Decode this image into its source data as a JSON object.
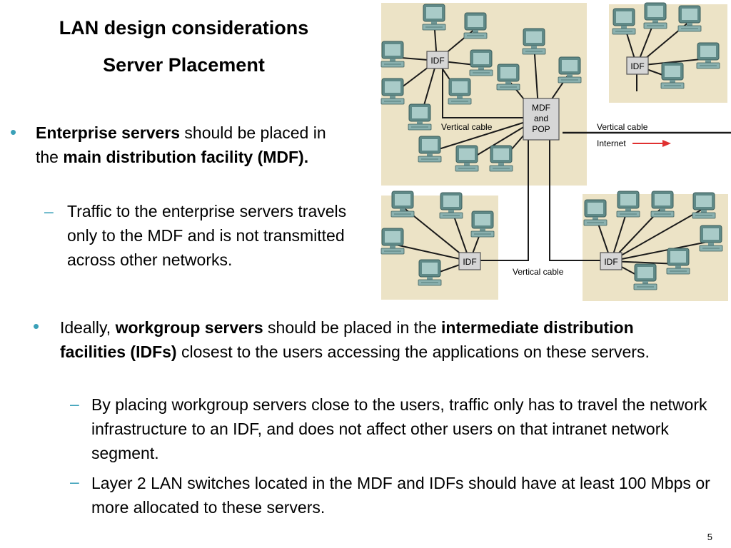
{
  "slide": {
    "title_line1": "LAN design considerations",
    "title_line2": "Server Placement",
    "page_number": "5"
  },
  "bullet1": {
    "bold_a": "Enterprise servers",
    "text_a": " should be placed in the ",
    "bold_b": "main distribution facility (MDF).",
    "sub1": "Traffic to the enterprise servers travels only to the MDF and is not transmitted across other networks."
  },
  "bullet2": {
    "text_a": "Ideally, ",
    "bold_a": "workgroup servers",
    "text_b": " should be placed in the ",
    "bold_b": "intermediate distribution facilities (IDFs)",
    "text_c": " closest to the users accessing the applications on these servers.",
    "sub1": "By placing workgroup servers close to the users, traffic only has to travel the network infrastructure to an IDF, and does not affect other users on that intranet network segment.",
    "sub2": "Layer 2 LAN switches located in the MDF and IDFs should have at least 100 Mbps or more allocated to these servers."
  },
  "diagram": {
    "idf_label": "IDF",
    "mdf_line1": "MDF",
    "mdf_line2": "and",
    "mdf_line3": "POP",
    "vertical_cable": "Vertical cable",
    "internet": "Internet",
    "colors": {
      "room": "#ece3c6",
      "pc": "#7fa7a5",
      "arrow": "#e03030"
    }
  }
}
